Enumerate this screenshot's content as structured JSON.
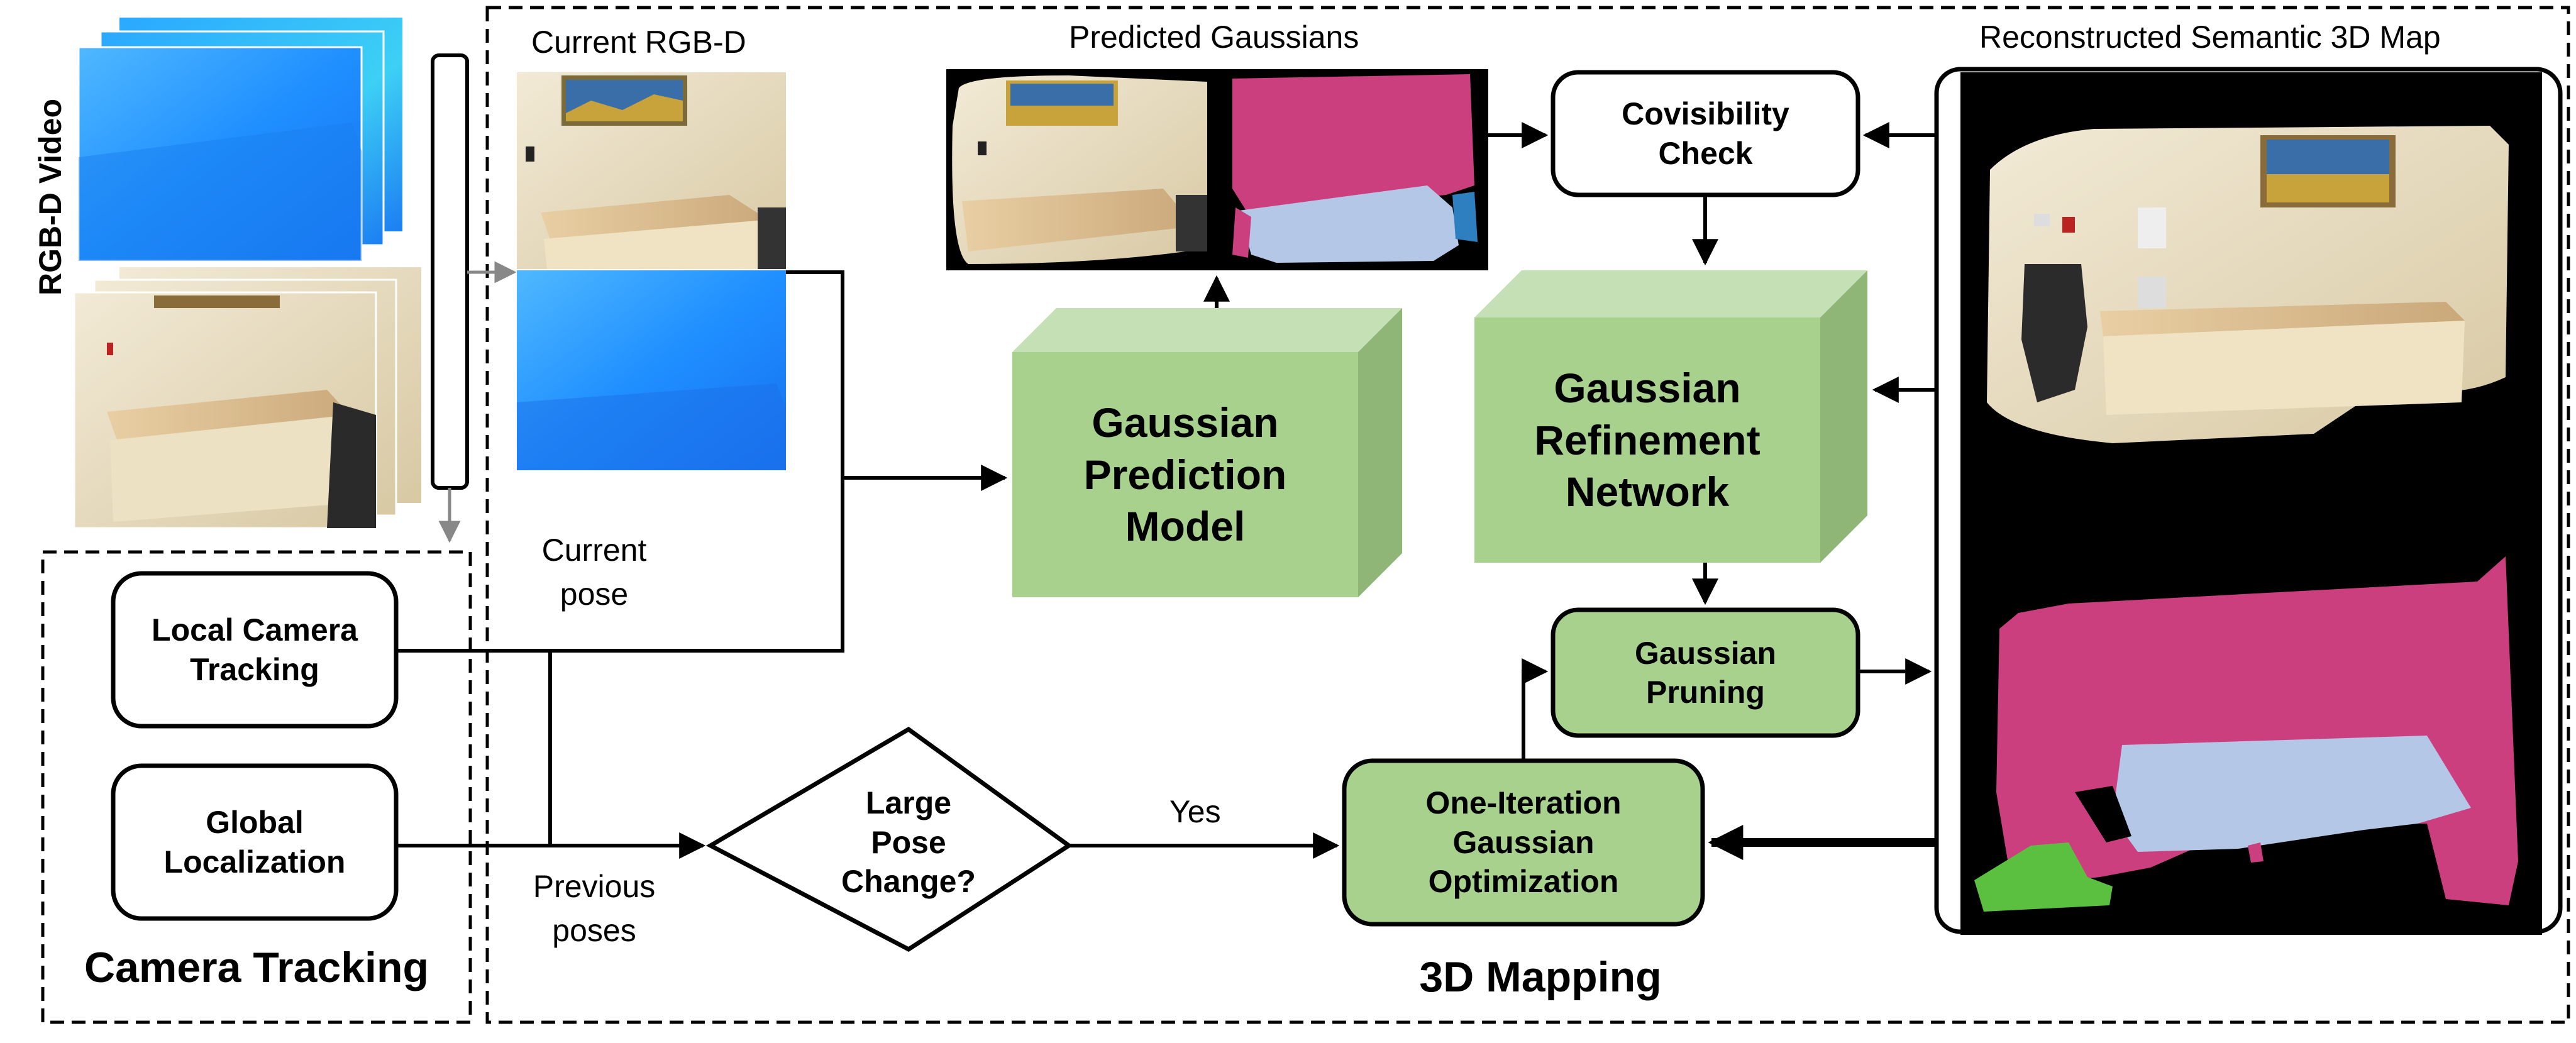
{
  "input": {
    "video_label": "RGB-D Video"
  },
  "labels": {
    "current_rgbd": "Current RGB-D",
    "predicted_gaussians": "Predicted Gaussians",
    "reconstructed_map": "Reconstructed Semantic 3D Map",
    "current_pose": "Current\npose",
    "previous_poses": "Previous\nposes",
    "yes": "Yes"
  },
  "tracking": {
    "section_title": "Camera Tracking",
    "local_tracking": "Local Camera\nTracking",
    "global_localization": "Global\nLocalization"
  },
  "mapping": {
    "section_title": "3D Mapping",
    "prediction_model": "Gaussian\nPrediction\nModel",
    "refinement_network": "Gaussian\nRefinement\nNetwork",
    "covisibility_check": "Covisibility\nCheck",
    "gaussian_pruning": "Gaussian\nPruning",
    "decision": "Large\nPose\nChange?",
    "optimization": "One-Iteration\nGaussian\nOptimization"
  },
  "colors": {
    "green_front": "#a9d18e",
    "green_top": "#c5e0b4",
    "green_side": "#8fb577",
    "semantic_wall": "#cc3f7e",
    "semantic_table": "#b4c7e7",
    "semantic_floor": "#5bbf3f",
    "depth_blue": "#2e9cf2"
  }
}
